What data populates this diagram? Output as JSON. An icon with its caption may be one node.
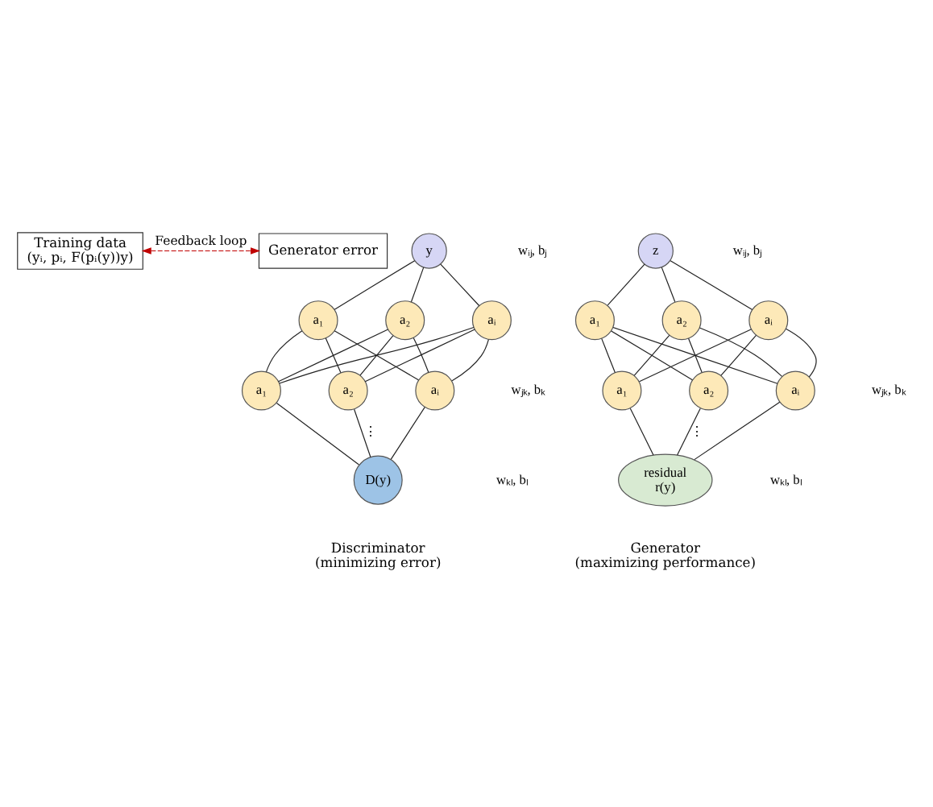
{
  "diagram": {
    "nodes": [
      {
        "text": [
          "Training data",
          "(yᵢ, pᵢ, F(pᵢ(y))y)"
        ]
      },
      {
        "text": [
          "Generator error"
        ]
      },
      {
        "text": [
          "y"
        ]
      },
      {
        "text": [
          "a₁"
        ]
      },
      {
        "text": [
          "a₂"
        ]
      },
      {
        "text": [
          "aᵢ"
        ]
      },
      {
        "text": [
          "a₁"
        ]
      },
      {
        "text": [
          "a₂"
        ]
      },
      {
        "text": [
          "aᵢ"
        ]
      },
      {
        "text": [
          "D(y)"
        ],
        "beside": [
          "Discriminator",
          "(minimizing error)"
        ]
      },
      {
        "text": [
          "z"
        ]
      },
      {
        "text": [
          "a₁"
        ]
      },
      {
        "text": [
          "a₂"
        ]
      },
      {
        "text": [
          "aᵢ"
        ]
      },
      {
        "text": [
          "a₁"
        ]
      },
      {
        "text": [
          "a₂"
        ]
      },
      {
        "text": [
          "aᵢ"
        ]
      },
      {
        "text": [
          "residual",
          "r(y)"
        ],
        "beside": [
          "Generator",
          "(maximizing performance)"
        ]
      }
    ],
    "edges": [
      {
        "from": 0,
        "to": 1,
        "arrow": "both",
        "label": "Feedback loop",
        "style": "dashed",
        "color": "#c00000"
      },
      {
        "from": 2,
        "to": 3,
        "arrow": "none"
      },
      {
        "from": 2,
        "to": 4,
        "arrow": "none"
      },
      {
        "from": 2,
        "to": 5,
        "arrow": "none"
      },
      {
        "from": 3,
        "to": 6,
        "arrow": "none"
      },
      {
        "from": 3,
        "to": 7,
        "arrow": "none"
      },
      {
        "from": 3,
        "to": 8,
        "arrow": "none"
      },
      {
        "from": 4,
        "to": 6,
        "arrow": "none"
      },
      {
        "from": 4,
        "to": 7,
        "arrow": "none"
      },
      {
        "from": 4,
        "to": 8,
        "arrow": "none"
      },
      {
        "from": 5,
        "to": 6,
        "arrow": "none"
      },
      {
        "from": 5,
        "to": 7,
        "arrow": "none"
      },
      {
        "from": 5,
        "to": 8,
        "arrow": "none"
      },
      {
        "from": 6,
        "to": 9,
        "arrow": "none"
      },
      {
        "from": 7,
        "to": 9,
        "arrow": "none",
        "label": "⋮"
      },
      {
        "from": 8,
        "to": 9,
        "arrow": "none"
      },
      {
        "from": 10,
        "to": 11,
        "arrow": "none"
      },
      {
        "from": 10,
        "to": 12,
        "arrow": "none"
      },
      {
        "from": 10,
        "to": 13,
        "arrow": "none"
      },
      {
        "from": 11,
        "to": 14,
        "arrow": "none"
      },
      {
        "from": 11,
        "to": 15,
        "arrow": "none"
      },
      {
        "from": 11,
        "to": 16,
        "arrow": "none"
      },
      {
        "from": 12,
        "to": 14,
        "arrow": "none"
      },
      {
        "from": 12,
        "to": 15,
        "arrow": "none"
      },
      {
        "from": 12,
        "to": 16,
        "arrow": "none"
      },
      {
        "from": 13,
        "to": 14,
        "arrow": "none"
      },
      {
        "from": 13,
        "to": 15,
        "arrow": "none"
      },
      {
        "from": 13,
        "to": 16,
        "arrow": "none"
      },
      {
        "from": 14,
        "to": 17,
        "arrow": "none"
      },
      {
        "from": 15,
        "to": 17,
        "arrow": "none",
        "label": "⋮"
      },
      {
        "from": 16,
        "to": 17,
        "arrow": "none"
      }
    ],
    "labels": [
      "wᵢⱼ, bⱼ",
      "wⱼₖ, bₖ",
      "wₖₗ, bₗ",
      "wᵢⱼ, bⱼ",
      "wⱼₖ, bₖ",
      "wₖₗ, bₗ"
    ]
  }
}
